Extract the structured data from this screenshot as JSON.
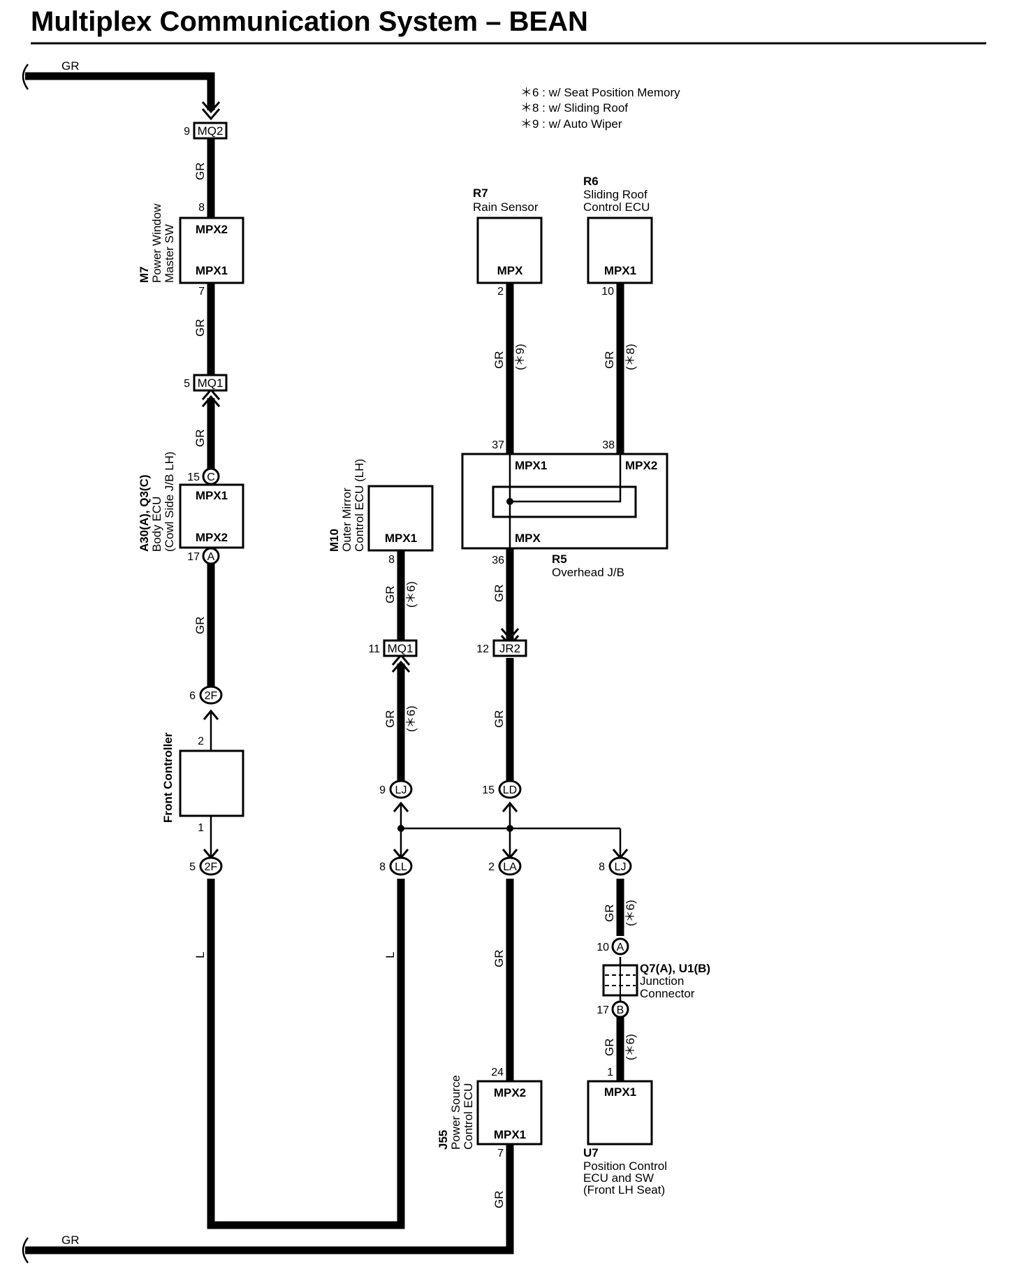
{
  "title": "Multiplex Communication System – BEAN",
  "notes": [
    "＊6 : w/ Seat Position Memory",
    "＊8 : w/ Sliding Roof",
    "＊9 : w/ Auto Wiper"
  ],
  "wire_labels": {
    "gr": "GR",
    "l": "L",
    "opt6": "(＊6)",
    "opt8": "(＊8)",
    "opt9": "(＊9)"
  },
  "components": {
    "m7": {
      "code": "M7",
      "name1": "Power Window",
      "name2": "Master SW",
      "term_top": "MPX2",
      "term_bottom": "MPX1",
      "pin_top": "8",
      "pin_bottom": "7"
    },
    "body_ecu": {
      "code": "A30(A), Q3(C)",
      "name1": "Body ECU",
      "name2": "(Cowl Side J/B LH)",
      "term_top": "MPX1",
      "term_bottom": "MPX2",
      "pin_top": "15",
      "pin_bottom": "17",
      "conn_top": "C",
      "conn_bottom": "A"
    },
    "front_controller": {
      "name": "Front Controller",
      "pin_top": "2",
      "pin_bottom": "1"
    },
    "m10": {
      "code": "M10",
      "name1": "Outer Mirror",
      "name2": "Control ECU (LH)",
      "term": "MPX1",
      "pin": "8"
    },
    "r7": {
      "code": "R7",
      "name": "Rain Sensor",
      "term": "MPX",
      "pin": "2"
    },
    "r6": {
      "code": "R6",
      "name1": "Sliding Roof",
      "name2": "Control ECU",
      "term": "MPX1",
      "pin": "10"
    },
    "r5": {
      "code": "R5",
      "name": "Overhead J/B",
      "term1": "MPX1",
      "term2": "MPX2",
      "term3": "MPX",
      "pin1": "37",
      "pin2": "38",
      "pin3": "36"
    },
    "j55": {
      "code": "J55",
      "name1": "Power Source",
      "name2": "Control ECU",
      "term_top": "MPX2",
      "term_bottom": "MPX1",
      "pin_top": "24",
      "pin_bottom": "7"
    },
    "u7": {
      "code": "U7",
      "name1": "Position Control",
      "name2": "ECU and SW",
      "name3": "(Front LH Seat)",
      "term": "MPX1",
      "pin": "1"
    },
    "junction": {
      "code": "Q7(A), U1(B)",
      "name1": "Junction",
      "name2": "Connector",
      "pin_top": "10",
      "pin_bottom": "17",
      "conn_top": "A",
      "conn_bottom": "B"
    }
  },
  "connectors": {
    "mq2": {
      "label": "MQ2",
      "pin": "9"
    },
    "mq1_left": {
      "label": "MQ1",
      "pin": "5"
    },
    "mq1_mid": {
      "label": "MQ1",
      "pin": "11"
    },
    "jr2": {
      "label": "JR2",
      "pin": "12"
    },
    "f2_top": {
      "label": "2F",
      "pin": "6"
    },
    "f2_bot": {
      "label": "2F",
      "pin": "5"
    },
    "lj_top": {
      "label": "LJ",
      "pin": "9"
    },
    "ld": {
      "label": "LD",
      "pin": "15"
    },
    "ll": {
      "label": "LL",
      "pin": "8"
    },
    "la": {
      "label": "LA",
      "pin": "2"
    },
    "lj_right": {
      "label": "LJ",
      "pin": "8"
    }
  }
}
